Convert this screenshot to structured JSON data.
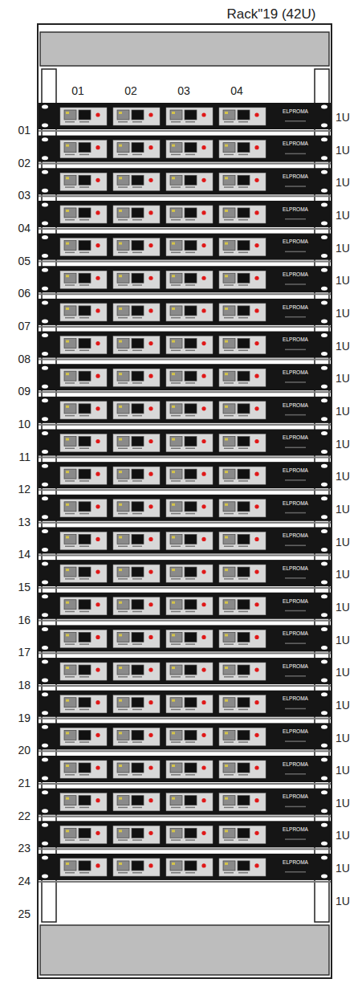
{
  "diagram": {
    "title": "Rack\"19 (42U)",
    "labels": [
      "01",
      "02",
      "03",
      "04",
      "01",
      "ELPROMA",
      "1U",
      "02",
      "ELPROMA",
      "1U",
      "03",
      "ELPROMA",
      "1U",
      "04",
      "ELPROMA",
      "1U",
      "05",
      "ELPROMA",
      "1U",
      "06",
      "ELPROMA",
      "1U",
      "07",
      "ELPROMA",
      "1U",
      "08",
      "ELPROMA",
      "1U",
      "09",
      "ELPROMA",
      "1U",
      "10",
      "ELPROMA",
      "1U",
      "11",
      "ELPROMA",
      "1U",
      "12",
      "ELPROMA",
      "1U",
      "13",
      "ELPROMA",
      "1U",
      "14",
      "ELPROMA",
      "1U",
      "15",
      "ELPROMA",
      "1U",
      "16",
      "ELPROMA",
      "1U",
      "17",
      "ELPROMA",
      "1U",
      "18",
      "ELPROMA",
      "1U",
      "19",
      "ELPROMA",
      "1U",
      "20",
      "ELPROMA",
      "1U",
      "21",
      "ELPROMA",
      "1U",
      "22",
      "ELPROMA",
      "1U",
      "23",
      "ELPROMA",
      "1U",
      "24",
      "ELPROMA",
      "1U",
      "25",
      "1U"
    ]
  }
}
